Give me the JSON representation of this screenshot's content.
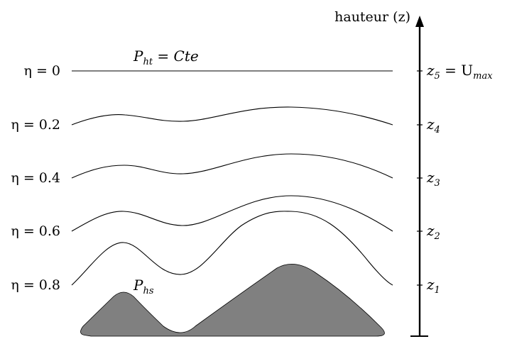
{
  "axis": {
    "label": "hauteur (z)"
  },
  "levels": [
    {
      "eta": "η = 0",
      "z_base": "z",
      "z_sub": "5",
      "z_suffix": " = U",
      "z_suffix_sub": "max"
    },
    {
      "eta": "η = 0.2",
      "z_base": "z",
      "z_sub": "4"
    },
    {
      "eta": "η = 0.4",
      "z_base": "z",
      "z_sub": "3"
    },
    {
      "eta": "η = 0.6",
      "z_base": "z",
      "z_sub": "2"
    },
    {
      "eta": "η = 0.8",
      "z_base": "z",
      "z_sub": "1"
    }
  ],
  "top_pressure": {
    "base": "P",
    "sub": "ht",
    "rest": " = Cte"
  },
  "surface_pressure": {
    "base": "P",
    "sub": "hs"
  },
  "colors": {
    "terrain_fill": "#808080",
    "line": "#000000"
  }
}
